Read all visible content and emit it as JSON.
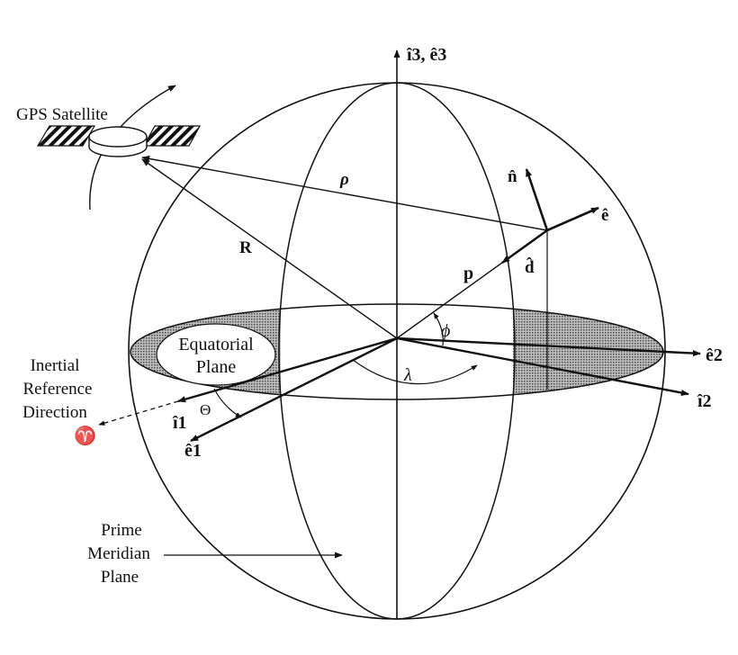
{
  "labels": {
    "satellite": "GPS Satellite",
    "rho": "ρ",
    "R": "R",
    "p": "p",
    "phi": "ϕ",
    "lambda": "λ",
    "theta": "Θ",
    "n_hat": "n̂",
    "e_hat": "ê",
    "d_hat": "d̂",
    "axis3": "î3, ê3",
    "e2": "ê2",
    "i2": "î2",
    "i1": "î1",
    "e1": "ê1",
    "equatorial_line1": "Equatorial",
    "equatorial_line2": "Plane",
    "inertial_line1": "Inertial",
    "inertial_line2": "Reference",
    "inertial_line3": "Direction",
    "aries": "♈",
    "prime_line1": "Prime",
    "prime_line2": "Meridian",
    "prime_line3": "Plane"
  }
}
